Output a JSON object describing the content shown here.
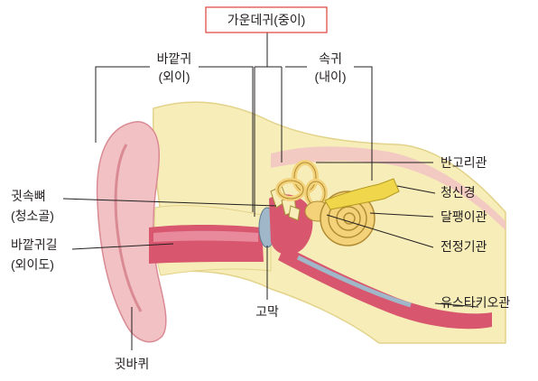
{
  "labels": {
    "middle_ear": "가운데귀(중이)",
    "outer_ear_line1": "바깥귀",
    "outer_ear_line2": "(외이)",
    "inner_ear_line1": "속귀",
    "inner_ear_line2": "(내이)",
    "semicircular_canals": "반고리관",
    "auditory_nerve": "청신경",
    "cochlea": "달팽이관",
    "vestibule": "전정기관",
    "eustachian_tube": "유스타키오관",
    "eardrum": "고막",
    "ossicles_line1": "귓속뼈",
    "ossicles_line2": "(청소골)",
    "ear_canal_line1": "바깥귀길",
    "ear_canal_line2": "(외이도)",
    "auricle": "귓바퀴"
  },
  "colors": {
    "skin": "#f1c1c4",
    "skin_dark": "#d98a93",
    "bone": "#f6edb8",
    "bone_dark": "#e3d28a",
    "canal": "#d8576f",
    "canal_light": "#e88a9c",
    "cochlea": "#f3d27a",
    "tube_blue": "#9fb7c8",
    "nerve": "#f0d64a",
    "line": "#231f20",
    "box_border": "#e0403a"
  }
}
